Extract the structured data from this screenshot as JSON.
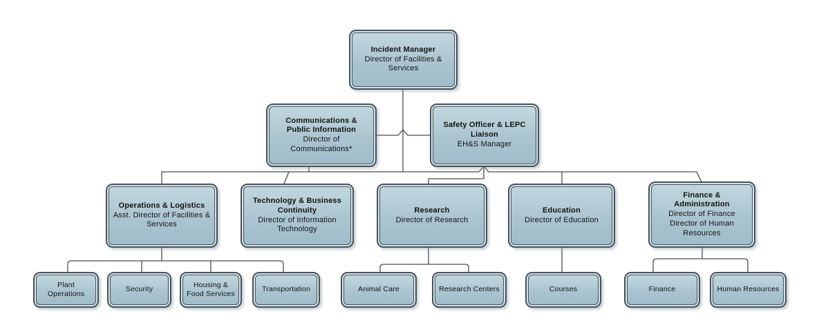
{
  "colors": {
    "node_border": "#45535a",
    "node_ring": "#d6e4e9",
    "node_fill_top": "#c2d7de",
    "node_fill_bottom": "#9fbcc8",
    "node_text": "#121212",
    "connector": "#4a4a4a",
    "node_shadow": "rgba(145,155,160,0.45)"
  },
  "nodes": {
    "incident_manager": {
      "title": "Incident Manager",
      "subtitle": "Director of Facilities & Services"
    },
    "communications": {
      "title": "Communications & Public Information",
      "subtitle": "Director of Communications*"
    },
    "safety_officer": {
      "title": "Safety Officer & LEPC  Liaison",
      "subtitle": "EH&S Manager"
    },
    "operations": {
      "title": "Operations & Logistics",
      "subtitle": "Asst. Director of Facilities & Services"
    },
    "technology": {
      "title": "Technology & Business Continuity",
      "subtitle": "Director of Information Technology"
    },
    "research": {
      "title": "Research",
      "subtitle": "Director of Research"
    },
    "education": {
      "title": "Education",
      "subtitle": "Director of Education"
    },
    "finance_admin": {
      "title": "Finance & Administration",
      "subtitle": "Director of Finance\nDirector of Human Resources"
    },
    "plant_operations": {
      "title": "Plant Operations"
    },
    "security": {
      "title": "Security"
    },
    "housing_food": {
      "title": "Housing & Food Services"
    },
    "transportation": {
      "title": "Transportation"
    },
    "animal_care": {
      "title": "Animal Care"
    },
    "research_centers": {
      "title": "Research Centers"
    },
    "courses": {
      "title": "Courses"
    },
    "finance": {
      "title": "Finance"
    },
    "human_resources": {
      "title": "Human Resources"
    }
  }
}
